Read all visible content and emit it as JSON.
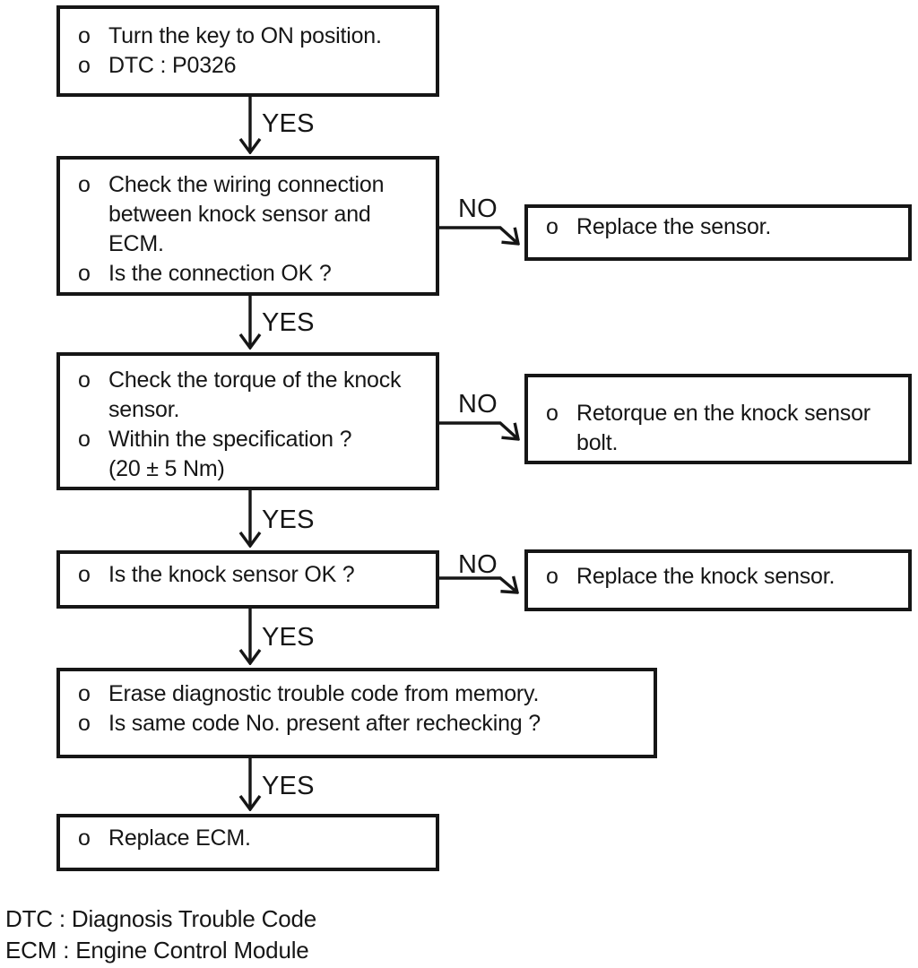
{
  "flowchart": {
    "yes_label": "YES",
    "no_label": "NO",
    "boxes": {
      "step1": {
        "lines": [
          {
            "bullet": "o",
            "text": "Turn the key to ON position."
          },
          {
            "bullet": "o",
            "text": "DTC : P0326"
          }
        ]
      },
      "step2": {
        "lines": [
          {
            "bullet": "o",
            "text": "Check the wiring connection"
          },
          {
            "bullet": "",
            "text": "between knock sensor and"
          },
          {
            "bullet": "",
            "text": "ECM."
          },
          {
            "bullet": "o",
            "text": "Is the connection OK ?"
          }
        ]
      },
      "step3": {
        "lines": [
          {
            "bullet": "o",
            "text": "Check the torque of the knock"
          },
          {
            "bullet": "",
            "text": "sensor."
          },
          {
            "bullet": "o",
            "text": "Within the specification ?"
          },
          {
            "bullet": "",
            "text": "(20 ± 5 Nm)"
          }
        ]
      },
      "step4": {
        "lines": [
          {
            "bullet": "o",
            "text": "Is the knock sensor OK ?"
          }
        ]
      },
      "step5": {
        "lines": [
          {
            "bullet": "o",
            "text": "Erase diagnostic trouble code from memory."
          },
          {
            "bullet": "o",
            "text": "Is same code No. present after rechecking ?"
          }
        ]
      },
      "step6": {
        "lines": [
          {
            "bullet": "o",
            "text": "Replace ECM."
          }
        ]
      },
      "no1": {
        "lines": [
          {
            "bullet": "o",
            "text": "Replace the sensor."
          }
        ]
      },
      "no2": {
        "lines": [
          {
            "bullet": "o",
            "text": "Retorque en the knock sensor"
          },
          {
            "bullet": "",
            "text": "bolt."
          }
        ]
      },
      "no3": {
        "lines": [
          {
            "bullet": "o",
            "text": "Replace the knock sensor."
          }
        ]
      }
    }
  },
  "legend": {
    "dtc": "DTC : Diagnosis Trouble Code",
    "ecm": "ECM : Engine Control Module"
  }
}
